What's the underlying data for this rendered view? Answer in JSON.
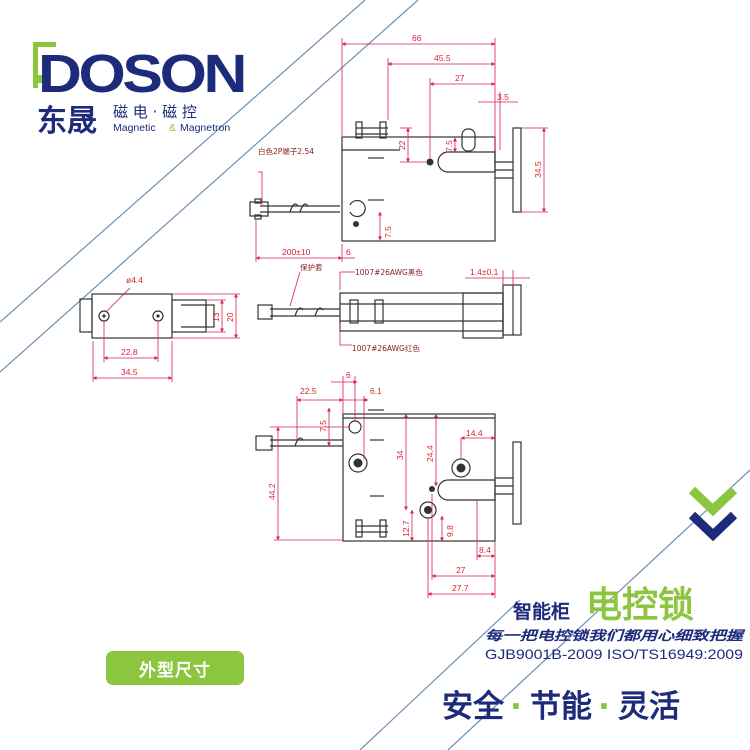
{
  "brand": {
    "logo_text": "DOSON",
    "cn_name": "东晟",
    "cn_tagline": "磁 电 · 磁 控",
    "en_tagline_a": "Magnetic",
    "en_amp": "&",
    "en_tagline_b": "Magnetron"
  },
  "colors": {
    "accent_green": "#8cc63f",
    "dim_line": "#d81b60",
    "dim_text": "#d8262d",
    "outline": "#333333",
    "navy": "#1c2b7a"
  },
  "top_view": {
    "dims": {
      "w66": "66",
      "w455": "45.5",
      "w27": "27",
      "w35": "3.5",
      "h22": "22",
      "h75": "7.5",
      "h345": "34.5",
      "h75b": "7.5",
      "w200": "200±10",
      "w6": "6"
    },
    "note_terminal": "白色2P端子2.54"
  },
  "side_view": {
    "dims": {
      "d44": "ø4.4",
      "h13": "13",
      "h20": "20",
      "w228": "22.8",
      "w345": "34.5",
      "w14": "1.4±0.1"
    },
    "note_sleeve": "保护套",
    "note_black": "1007#26AWG黑色",
    "note_red": "1007#26AWG红色"
  },
  "bottom_view": {
    "dims": {
      "w6": "6",
      "w225": "22.5",
      "w61": "6.1",
      "h75": "7.5",
      "h442": "44.2",
      "h34": "34",
      "h244": "24.4",
      "w144": "14.4",
      "h127": "12.7",
      "h98": "9.8",
      "w84": "8.4",
      "w27": "27",
      "w277": "27.7"
    }
  },
  "caption_badge": "外型尺寸",
  "product": {
    "title_small": "智能柜",
    "title_big": "电控锁",
    "slogan": "每一把电控锁我们都用心细致把握",
    "certs": "GJB9001B-2009 ISO/TS16949:2009",
    "features": [
      "安全",
      "节能",
      "灵活"
    ]
  }
}
